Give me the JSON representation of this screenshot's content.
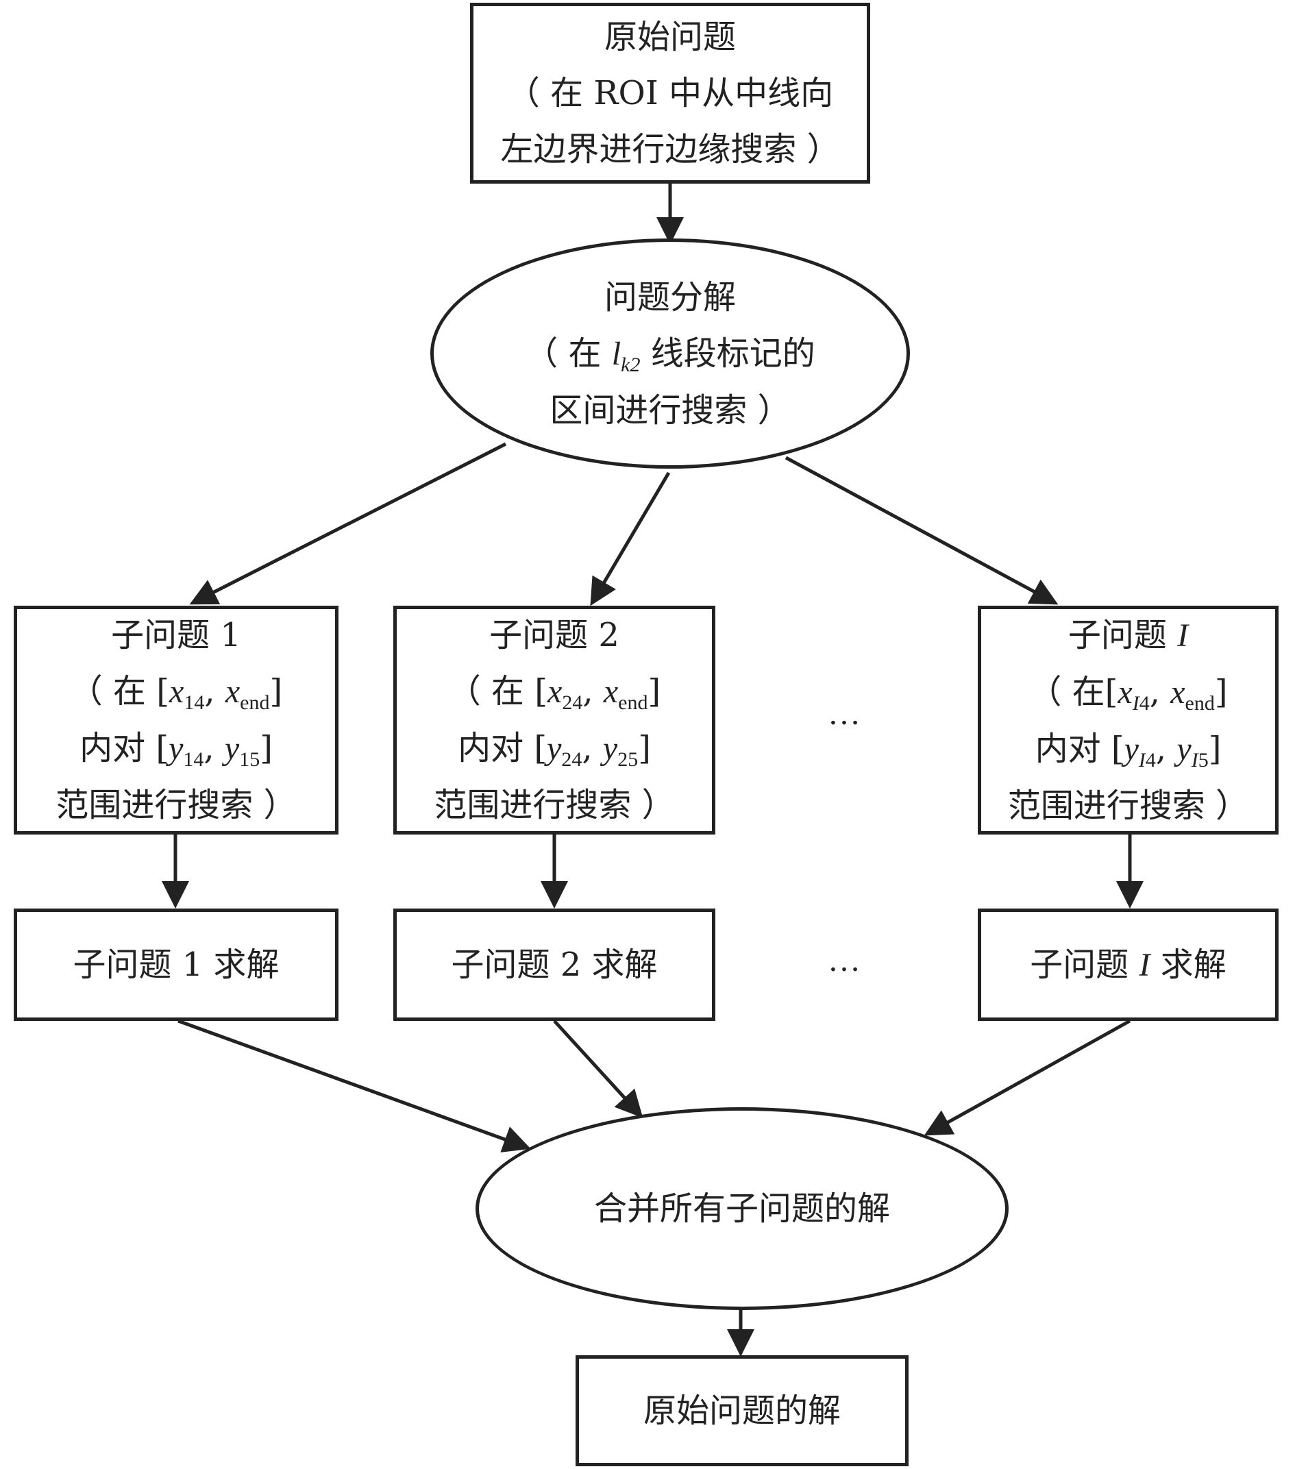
{
  "nodes": {
    "original": {
      "line1": "原始问题",
      "line2": "（ 在 ROI 中从中线向",
      "line3": "左边界进行边缘搜索 ）"
    },
    "decompose": {
      "line1": "问题分解",
      "line2_pre": "（ 在 ",
      "line2_var": "l",
      "line2_sub": "k2",
      "line2_post": " 线段标记的",
      "line3": "区间进行搜索 ）"
    },
    "sub1": {
      "title": "子问题 1",
      "l2_pre": "（ 在 [",
      "l2_x1": "x",
      "l2_s1": "14",
      "l2_mid": ", ",
      "l2_x2": "x",
      "l2_s2": "end",
      "l2_post": "]",
      "l3_pre": "内对 [",
      "l3_y1": "y",
      "l3_s1": "14",
      "l3_mid": ", ",
      "l3_y2": "y",
      "l3_s2": "15",
      "l3_post": "]",
      "l4": "范围进行搜索 ）",
      "solve": "子问题 1 求解"
    },
    "sub2": {
      "title": "子问题 2",
      "l2_pre": "（ 在 [",
      "l2_x1": "x",
      "l2_s1": "24",
      "l2_mid": ", ",
      "l2_x2": "x",
      "l2_s2": "end",
      "l2_post": "]",
      "l3_pre": "内对 [",
      "l3_y1": "y",
      "l3_s1": "24",
      "l3_mid": ", ",
      "l3_y2": "y",
      "l3_s2": "25",
      "l3_post": "]",
      "l4": "范围进行搜索 ）",
      "solve": "子问题 2 求解"
    },
    "subI": {
      "title_pre": "子问题 ",
      "title_var": "I",
      "l2_pre": "（ 在[",
      "l2_x1": "x",
      "l2_s1_var": "I",
      "l2_s1_num": "4",
      "l2_mid": ", ",
      "l2_x2": "x",
      "l2_s2": "end",
      "l2_post": "]",
      "l3_pre": "内对 [",
      "l3_y1": "y",
      "l3_s1_var": "I",
      "l3_s1_num": "4",
      "l3_mid": ", ",
      "l3_y2": "y",
      "l3_s2_var": "I",
      "l3_s2_num": "5",
      "l3_post": "]",
      "l4": "范围进行搜索 ）",
      "solve_pre": "子问题 ",
      "solve_var": "I",
      "solve_post": " 求解"
    },
    "merge": {
      "label": "合并所有子问题的解"
    },
    "final": {
      "label": "原始问题的解"
    }
  },
  "ellipsis": {
    "row1": "…",
    "row2": "…"
  }
}
